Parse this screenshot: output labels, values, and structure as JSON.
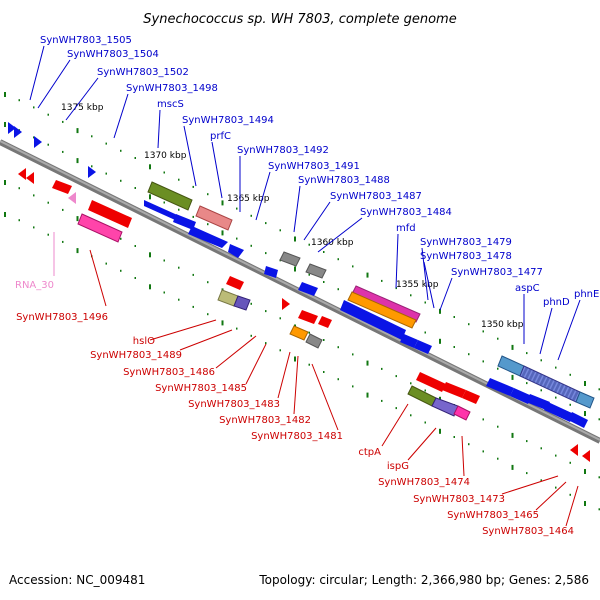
{
  "title": "Synechococcus sp. WH 7803, complete genome",
  "accession_label": "Accession: ",
  "accession": "NC_009481",
  "topology_label": "Topology: ",
  "topology": "circular",
  "length_label": "; Length: ",
  "length": "2,366,980 bp",
  "genes_label": "; Genes: ",
  "genes": "2,586",
  "colors": {
    "forward_label": "#0000cc",
    "reverse_label": "#cc0000",
    "rna_label": "#ee88cc",
    "backbone": "#888888",
    "tick": "#117711"
  },
  "kbp_markers": [
    "1375 kbp",
    "1370 kbp",
    "1365 kbp",
    "1360 kbp",
    "1355 kbp",
    "1350 kbp"
  ],
  "forward_genes": [
    "SynWH7803_1505",
    "SynWH7803_1504",
    "SynWH7803_1502",
    "SynWH7803_1498",
    "mscS",
    "SynWH7803_1494",
    "prfC",
    "SynWH7803_1492",
    "SynWH7803_1491",
    "SynWH7803_1488",
    "SynWH7803_1487",
    "SynWH7803_1484",
    "mfd",
    "SynWH7803_1479",
    "SynWH7803_1478",
    "SynWH7803_1477",
    "aspC",
    "phnD",
    "phnE"
  ],
  "reverse_genes": [
    "SynWH7803_1496",
    "hslO",
    "SynWH7803_1489",
    "SynWH7803_1486",
    "SynWH7803_1485",
    "SynWH7803_1483",
    "SynWH7803_1482",
    "SynWH7803_1481",
    "ctpA",
    "ispG",
    "SynWH7803_1474",
    "SynWH7803_1473",
    "SynWH7803_1465",
    "SynWH7803_1464"
  ],
  "rna_genes": [
    "RNA_30"
  ]
}
